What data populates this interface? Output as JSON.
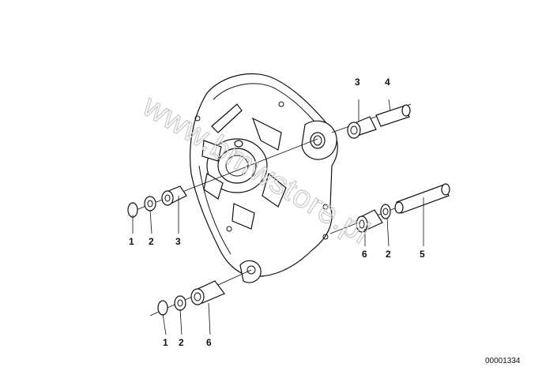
{
  "watermark": "www.bmwstore.pl",
  "reference_number": "00001334",
  "callouts": {
    "upper_left": [
      "1",
      "2",
      "3"
    ],
    "lower_left": [
      "1",
      "2",
      "6"
    ],
    "top_right": [
      "3",
      "4"
    ],
    "mid_right": [
      "6",
      "2",
      "5"
    ]
  }
}
